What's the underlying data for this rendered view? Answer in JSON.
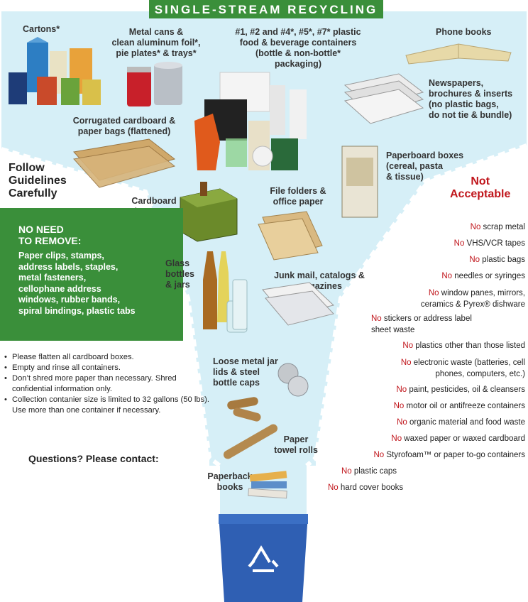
{
  "header": {
    "title": "SINGLE-STREAM RECYCLING"
  },
  "accepted_items": {
    "cartons": "Cartons*",
    "metal_cans": "Metal cans &\nclean aluminum foil*,\npie plates* & trays*",
    "plastics": "#1, #2 and #4*, #5*, #7* plastic\nfood & beverage containers\n(bottle & non-bottle*\npackaging)",
    "phone_books": "Phone books",
    "newspapers": "Newspapers,\nbrochures & inserts\n(no plastic bags,\ndo not tie & bundle)",
    "corrugated": "Corrugated cardboard &\npaper bags (flattened)",
    "paperboard": "Paperboard boxes\n(cereal, pasta\n& tissue)",
    "beverage_carriers": "Cardboard\nbeverage\ncarriers*",
    "file_folders": "File folders &\noffice paper",
    "glass": "Glass\nbottles\n& jars",
    "junk_mail": "Junk mail, catalogs &\nmagazines",
    "metal_lids": "Loose metal jar\nlids & steel\nbottle caps",
    "towel_rolls": "Paper\ntowel rolls",
    "paperback": "Paperback\nbooks"
  },
  "guidelines": {
    "heading": "Follow\nGuidelines\nCarefully",
    "no_need_title": "NO NEED\nTO REMOVE:",
    "no_need_items": "Paper clips, stamps,\naddress labels, staples,\nmetal fasteners,\ncellophane address\nwindows, rubber bands,\nspiral bindings, plastic tabs",
    "bullets": [
      "Please flatten all cardboard boxes.",
      "Empty and rinse all containers.",
      "Don’t shred more paper than necessary. Shred confidential information only.",
      "Collection contanier size is limited to 32 gallons (50 lbs). Use more than one container if necessary."
    ],
    "questions": "Questions?  Please contact:"
  },
  "not_acceptable": {
    "title": "Not\nAcceptable",
    "no_word": "No",
    "items": [
      " scrap metal",
      " VHS/VCR tapes",
      " plastic bags",
      " needles or syringes",
      " window panes, mirrors,\nceramics & Pyrex® dishware",
      " stickers or address label\nsheet waste",
      " plastics other than those listed",
      " electronic waste (batteries, cell\nphones, computers, etc.)",
      " paint, pesticides, oil & cleansers",
      " motor oil or antifreeze containers",
      " organic material and food waste",
      " waxed paper or waxed cardboard",
      " Styrofoam™ or paper to-go containers",
      " plastic caps",
      " hard cover books"
    ]
  },
  "colors": {
    "green": "#3a8f3a",
    "funnel": "#d6eff7",
    "red": "#c0151b",
    "bin": "#2f5fb3"
  },
  "icons": [
    "recycle-icon"
  ]
}
